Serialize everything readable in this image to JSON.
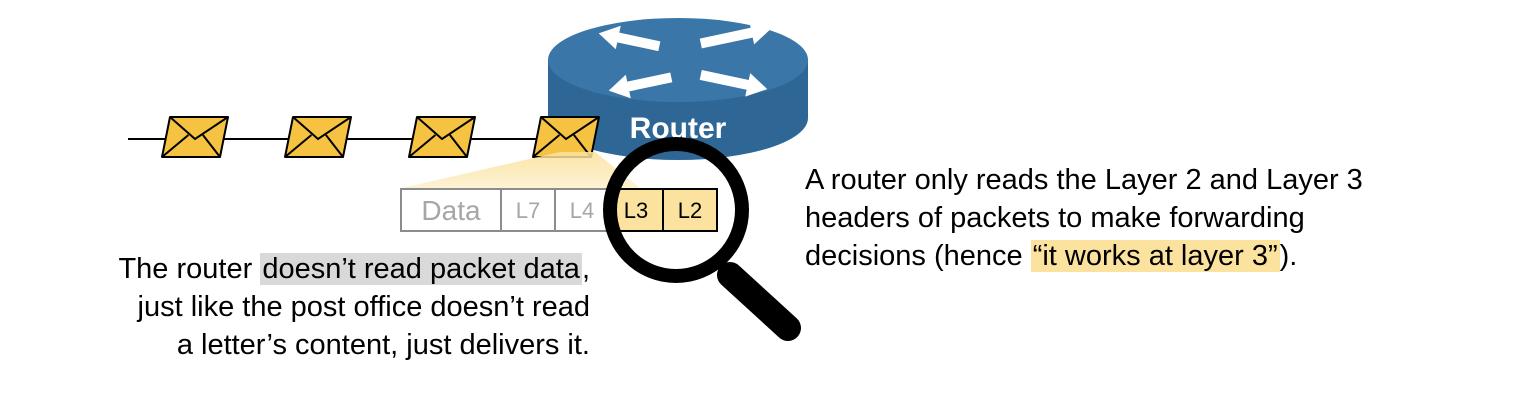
{
  "router": {
    "label": "Router",
    "body_color": "#2e6695",
    "top_color": "#3a77a8",
    "arrow_color": "#ffffff"
  },
  "packets": {
    "count": 4,
    "envelope_color": "#f5c242"
  },
  "headers": {
    "fields": [
      {
        "label": "Data",
        "style": "dim"
      },
      {
        "label": "L7",
        "style": "dim"
      },
      {
        "label": "L4",
        "style": "dim"
      },
      {
        "label": "L3",
        "style": "highlight"
      },
      {
        "label": "L2",
        "style": "highlight"
      }
    ],
    "highlight_color": "#fbe29e",
    "dim_text_color": "#a6a6a6"
  },
  "left_caption": {
    "prefix": "The router ",
    "highlight": "doesn’t read packet data",
    "suffix": ",",
    "line2": "just like the post office doesn’t read",
    "line3": "a letter’s content, just delivers it."
  },
  "right_caption": {
    "line1": "A router only reads the Layer 2 and Layer 3",
    "line2": "headers of packets to make forwarding",
    "line3_prefix": "decisions (hence ",
    "line3_highlight": "“it works at layer 3”",
    "line3_suffix": ")."
  }
}
